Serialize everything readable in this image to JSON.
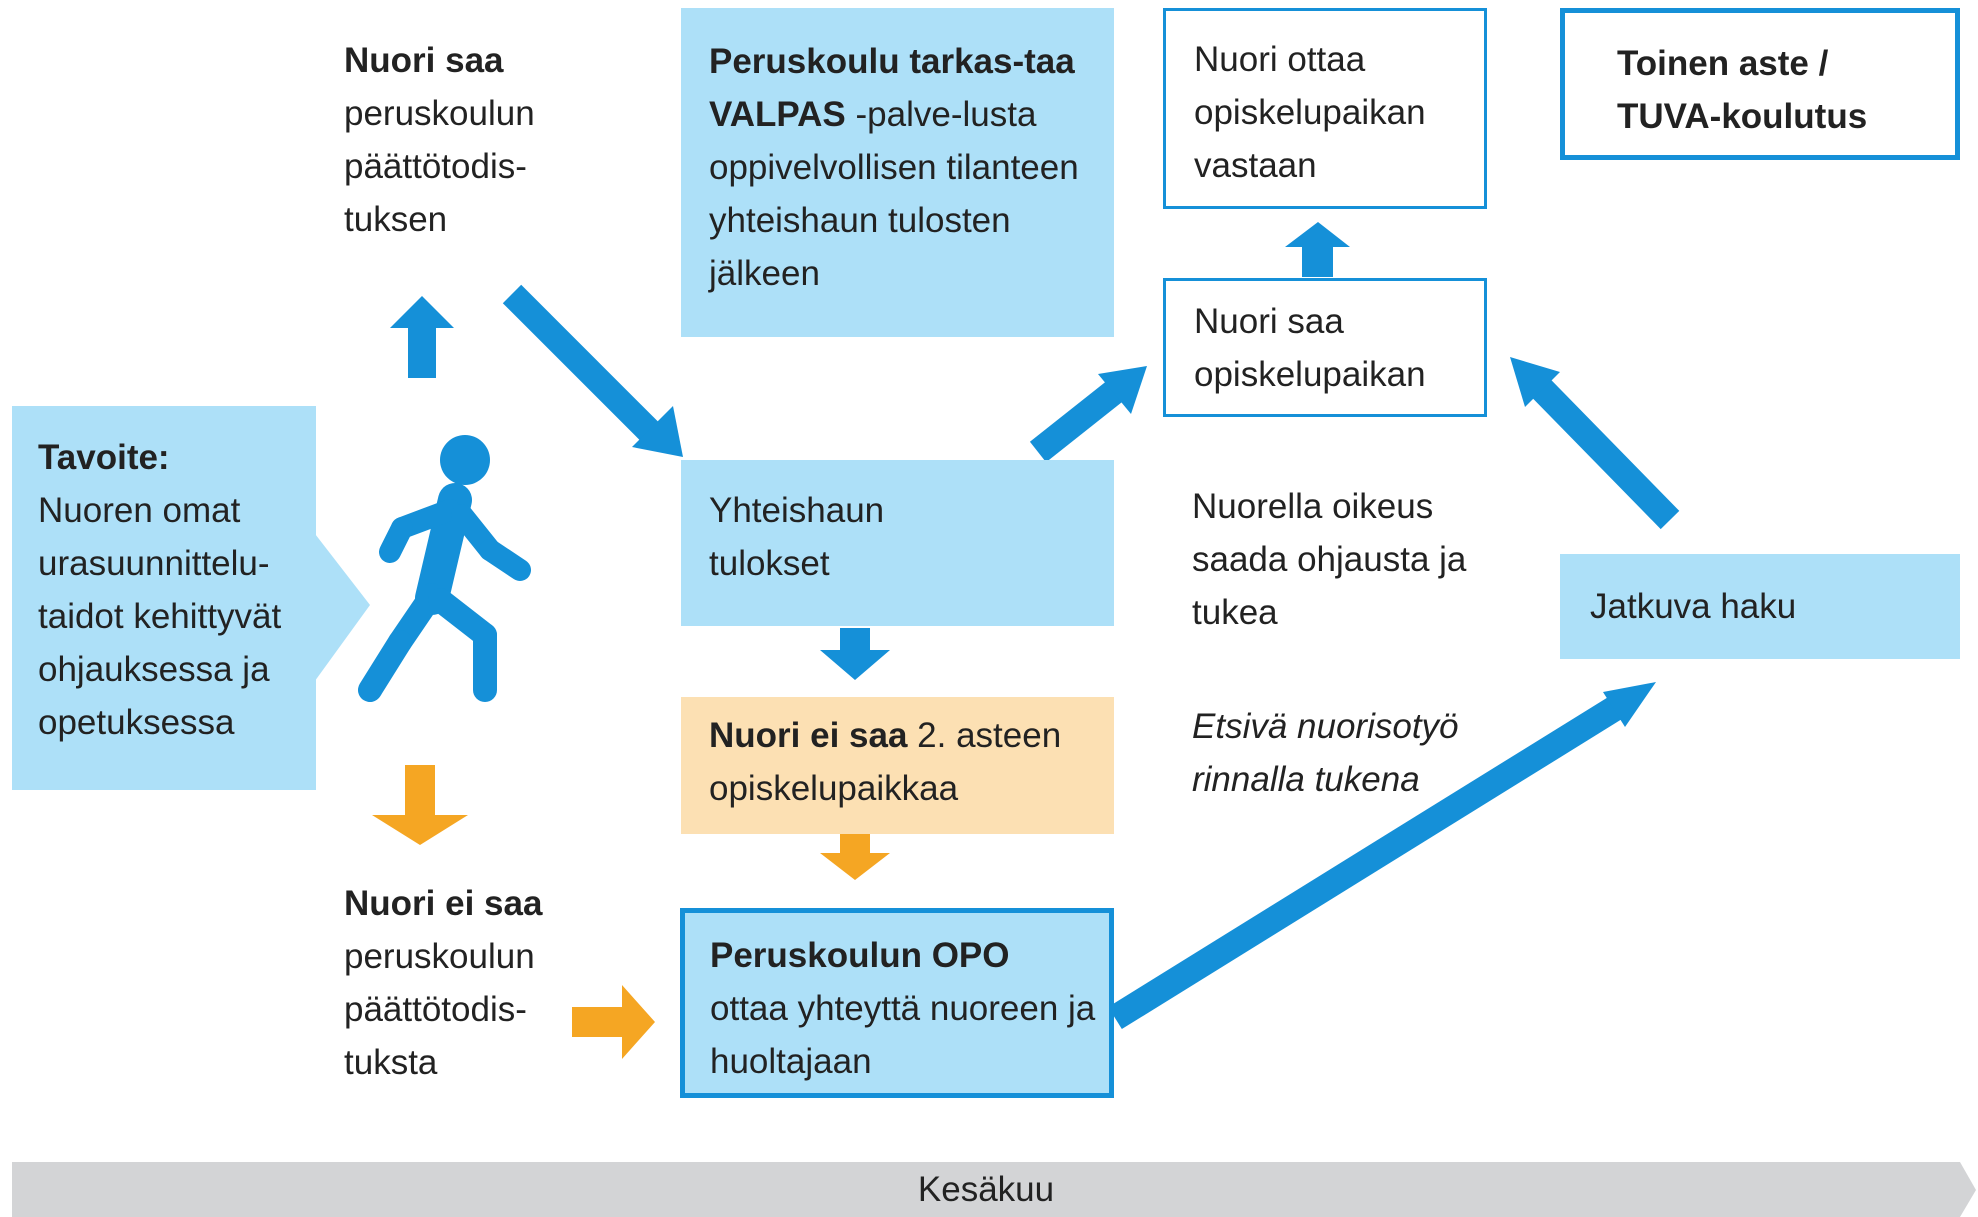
{
  "colors": {
    "blue": "#1590d8",
    "light_blue": "#ade0f8",
    "orange": "#f5a623",
    "peach": "#fce0b3",
    "gray": "#d3d4d6"
  },
  "goal": {
    "title": "Tavoite:",
    "text": "Nuoren omat urasuunnittelu-taidot kehittyvät ohjauksessa ja opetuksessa"
  },
  "figure_icon": "walking-person-icon",
  "gets_certificate": {
    "bold": "Nuori saa",
    "text": "peruskoulun päättötodis-tuksen"
  },
  "no_certificate": {
    "bold": "Nuori ei saa",
    "text": "peruskoulun päättötodis-tuksta"
  },
  "valpas": {
    "bold": "Peruskoulu tarkas-taa VALPAS",
    "text": "-palve-lusta oppivelvollisen tilanteen yhteishaun tulosten jälkeen"
  },
  "results": {
    "text": "Yhteishaun tulokset"
  },
  "no_place": {
    "bold": "Nuori ei saa",
    "text": "2. asteen opiskelupaikkaa"
  },
  "opo": {
    "bold": "Peruskoulun OPO",
    "text": "ottaa yhteyttä nuoreen ja huoltajaan"
  },
  "gets_place": {
    "text": "Nuori saa opiskelupaikan"
  },
  "accepts_place": {
    "text": "Nuori ottaa opiskelupaikan vastaan"
  },
  "secondary": {
    "bold": "Toinen aste / TUVA-koulutus"
  },
  "right_to_support": {
    "text": "Nuorella oikeus saada ohjausta ja tukea"
  },
  "outreach": {
    "text": "Etsivä nuorisotyö rinnalla tukena"
  },
  "continuous": {
    "text": "Jatkuva haku"
  },
  "timeline": {
    "label": "Kesäkuu"
  }
}
